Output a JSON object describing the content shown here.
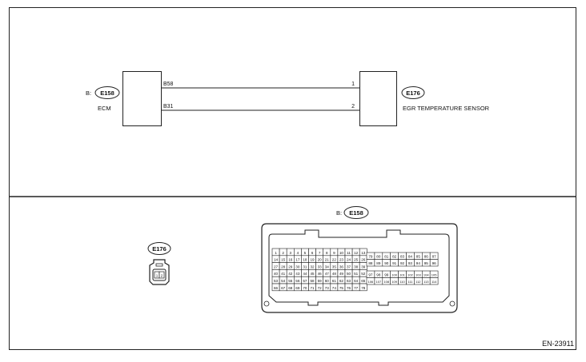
{
  "wiring": {
    "ecm": {
      "prefix": "B:",
      "connector": "E158",
      "name": "ECM"
    },
    "sensor": {
      "connector": "E176",
      "name": "EGR TEMPERATURE SENSOR"
    },
    "wires": [
      {
        "ecm_pin": "B58",
        "sensor_pin": "1"
      },
      {
        "ecm_pin": "B31",
        "sensor_pin": "2"
      }
    ]
  },
  "connectors": {
    "sensor": {
      "connector": "E176",
      "pins": [
        "1",
        "2"
      ]
    },
    "ecm": {
      "prefix": "B:",
      "connector": "E158",
      "left_block_rows": [
        [
          "1",
          "2",
          "3",
          "4",
          "5",
          "6",
          "7",
          "8",
          "9",
          "10",
          "11",
          "12",
          "13"
        ],
        [
          "14",
          "15",
          "16",
          "17",
          "18",
          "19",
          "20",
          "21",
          "22",
          "23",
          "24",
          "25",
          "26"
        ],
        [
          "27",
          "28",
          "29",
          "30",
          "31",
          "32",
          "33",
          "34",
          "35",
          "36",
          "37",
          "38",
          "39"
        ],
        [
          "40",
          "41",
          "42",
          "43",
          "44",
          "45",
          "46",
          "47",
          "48",
          "49",
          "50",
          "51",
          "52"
        ],
        [
          "53",
          "54",
          "55",
          "56",
          "57",
          "58",
          "59",
          "60",
          "61",
          "62",
          "63",
          "64",
          "65"
        ],
        [
          "66",
          "67",
          "68",
          "69",
          "70",
          "71",
          "72",
          "73",
          "74",
          "75",
          "76",
          "77",
          "78"
        ]
      ],
      "right_block_rows": [
        [
          "79",
          "80",
          "81",
          "82",
          "83",
          "84",
          "85",
          "86",
          "87"
        ],
        [
          "88",
          "89",
          "90",
          "91",
          "92",
          "93",
          "94",
          "95",
          "96"
        ],
        [
          "97",
          "98",
          "99",
          "100",
          "101",
          "102",
          "103",
          "104",
          "105"
        ],
        [
          "106",
          "107",
          "108",
          "109",
          "110",
          "111",
          "112",
          "113",
          "114"
        ]
      ]
    }
  },
  "figure_id": "EN-23911"
}
